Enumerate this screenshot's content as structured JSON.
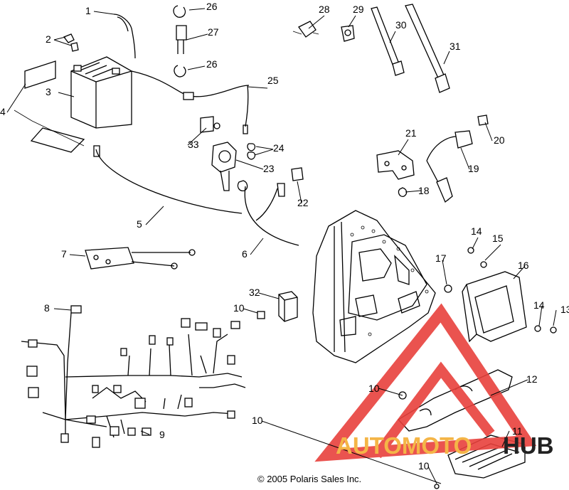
{
  "diagram": {
    "copyright": "© 2005 Polaris Sales Inc.",
    "callouts": [
      "1",
      "2",
      "3",
      "4",
      "5",
      "6",
      "7",
      "8",
      "9",
      "10",
      "10",
      "10",
      "10",
      "11",
      "12",
      "13",
      "14",
      "14",
      "15",
      "16",
      "17",
      "18",
      "19",
      "20",
      "21",
      "22",
      "23",
      "24",
      "25",
      "26",
      "26",
      "27",
      "28",
      "29",
      "30",
      "31",
      "32",
      "33"
    ]
  },
  "watermark": {
    "brand_left": "AUTOMOTO",
    "brand_right": "HUB",
    "logo_color": "#e8413c",
    "text_left_color": "#f4b547",
    "text_right_color": "#222222"
  }
}
